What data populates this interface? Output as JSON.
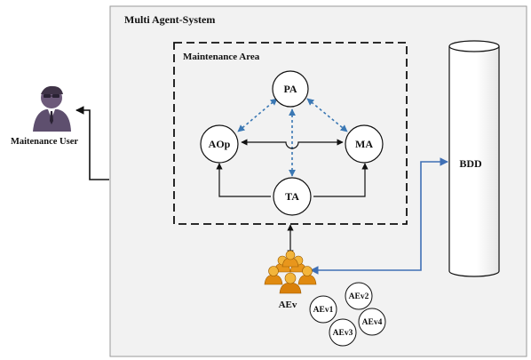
{
  "system": {
    "title": "Multi Agent-System"
  },
  "maintenance_area": {
    "title": "Maintenance Area"
  },
  "user": {
    "label": "Maitenance User",
    "icon": "businessman-user-icon"
  },
  "agents": {
    "pa": "PA",
    "aop": "AOp",
    "ma": "MA",
    "ta": "TA"
  },
  "database": {
    "label": "BDD"
  },
  "aev_group": {
    "label": "AEv",
    "icon": "people-group-icon"
  },
  "aev_instances": [
    "AEv1",
    "AEv2",
    "AEv3",
    "AEv4"
  ],
  "colors": {
    "frame_fill": "#f2f2f2",
    "dashed_link": "#3b78b4",
    "db_link": "#3f6fb5",
    "solid_link": "#111111",
    "group_orange": "#e8961c"
  }
}
